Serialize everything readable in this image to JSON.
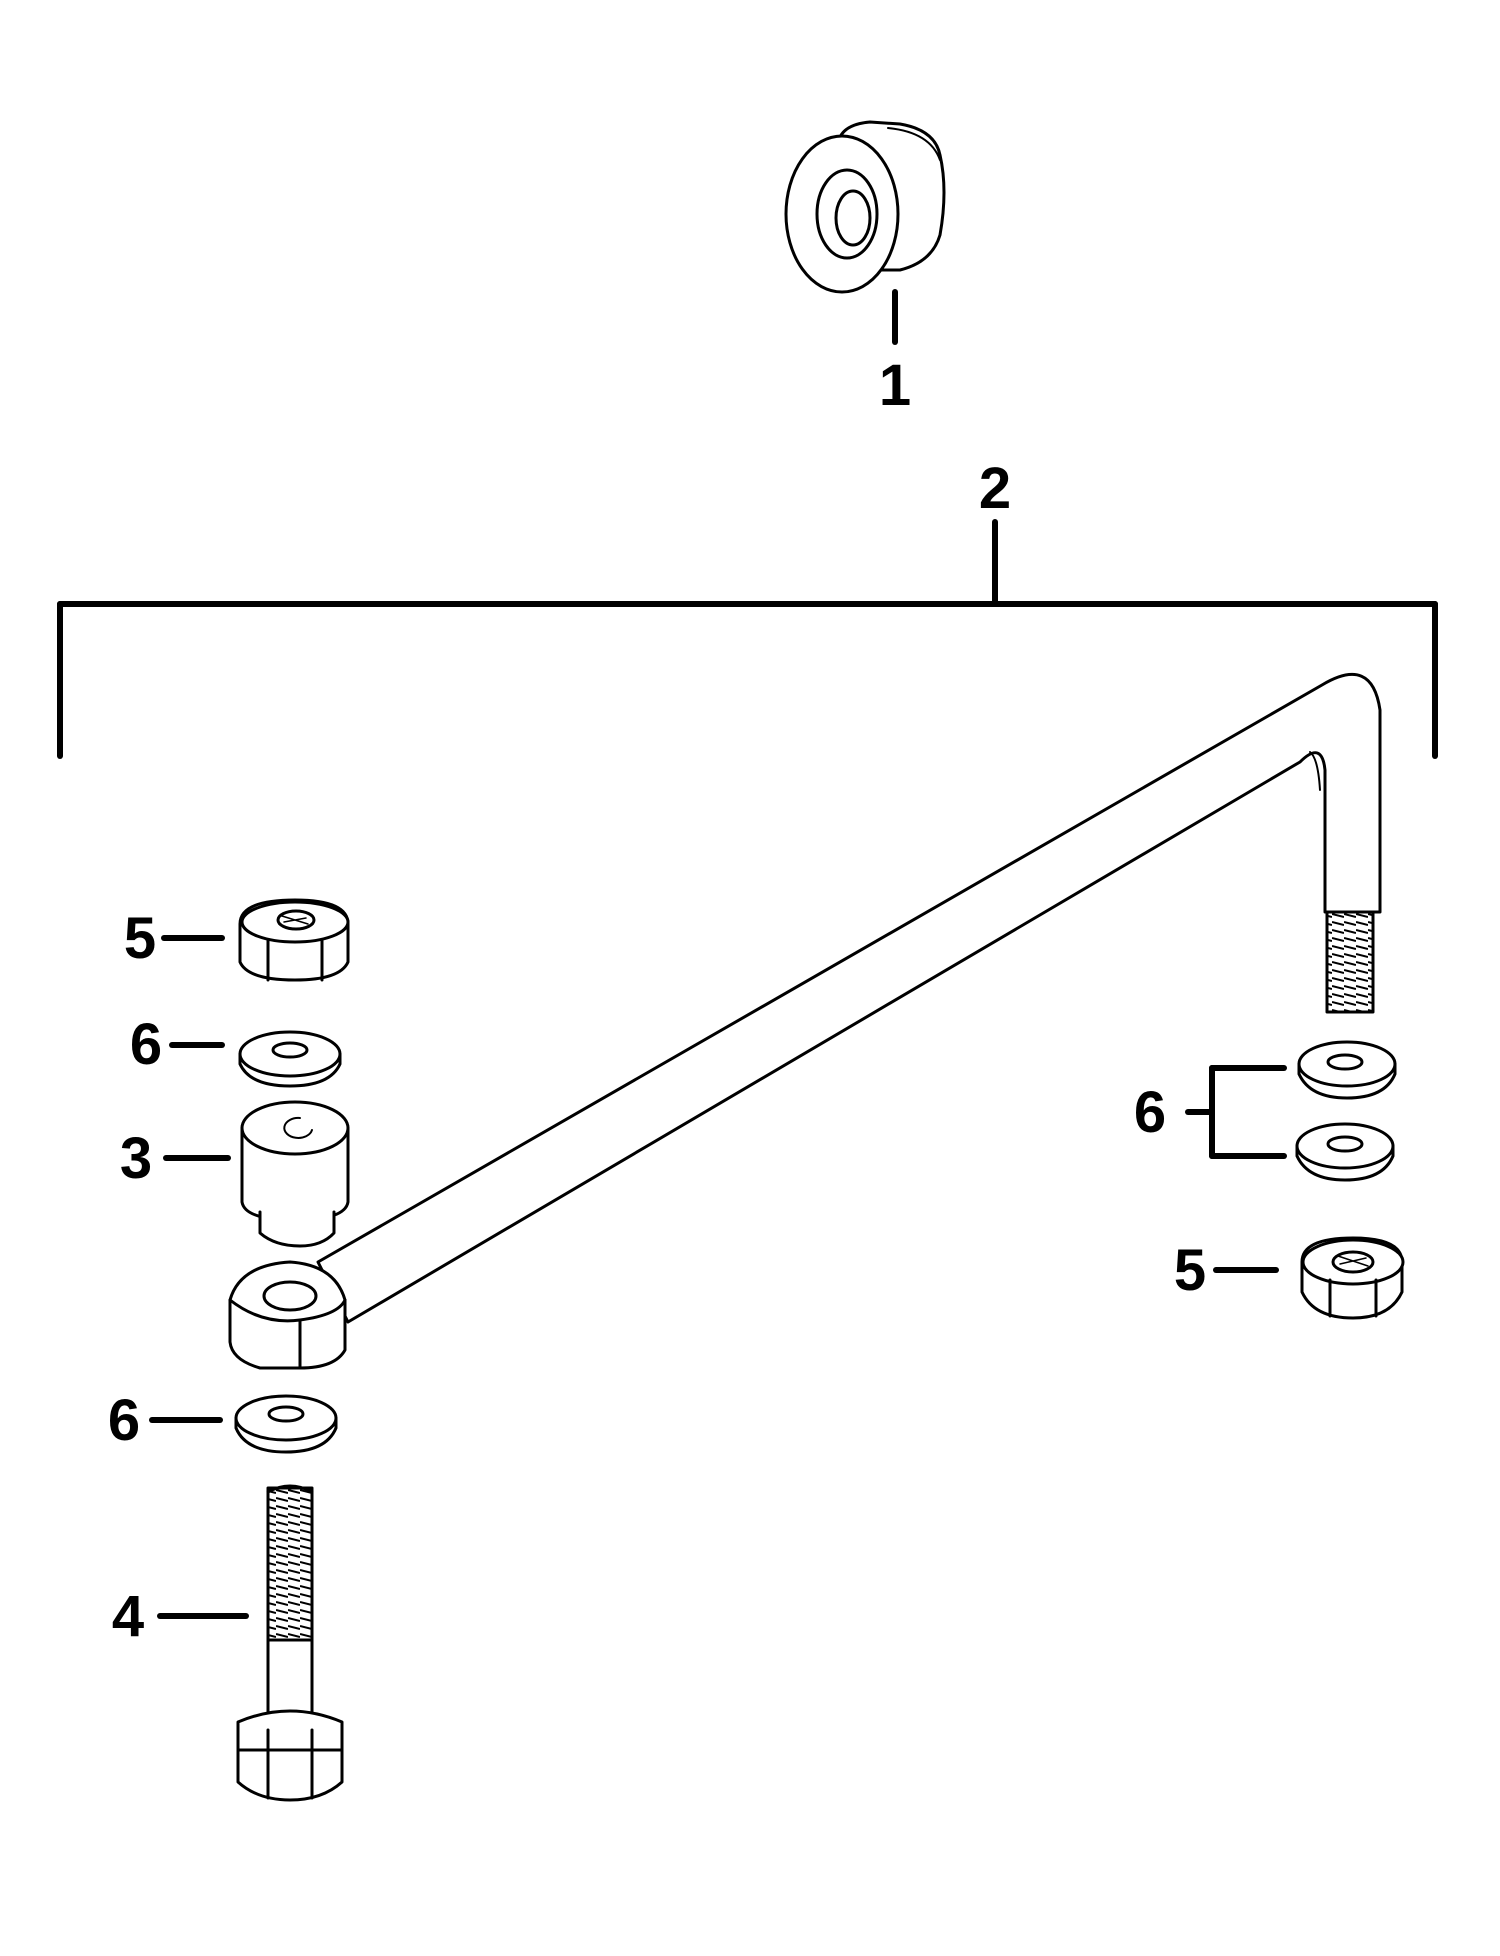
{
  "diagram": {
    "type": "exploded-parts-view",
    "line_color": "#000000",
    "background": "#ffffff",
    "callouts": {
      "c1": "1",
      "c2": "2",
      "c3": "3",
      "c4": "4",
      "c5_left": "5",
      "c5_right": "5",
      "c6_left_top": "6",
      "c6_left_bottom": "6",
      "c6_right": "6"
    },
    "parts": [
      "bushing",
      "tie-bar",
      "spacer",
      "bolt",
      "nut",
      "washer"
    ]
  }
}
